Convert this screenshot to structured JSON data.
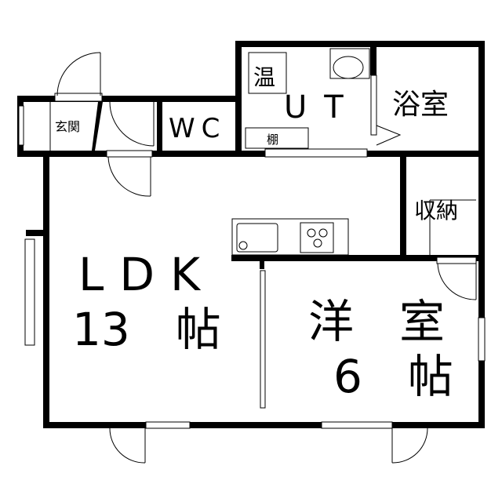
{
  "rooms": {
    "genkan": "玄関",
    "wc": "WC",
    "ut": "UT",
    "water_heater": "温",
    "shelf": "棚",
    "bath": "浴室",
    "storage": "収納",
    "ldk_name": "LDK",
    "ldk_size": "13　帖",
    "western_name": "洋　室",
    "western_size": "6　帖"
  },
  "colors": {
    "wall": "#000000",
    "background": "#ffffff"
  }
}
